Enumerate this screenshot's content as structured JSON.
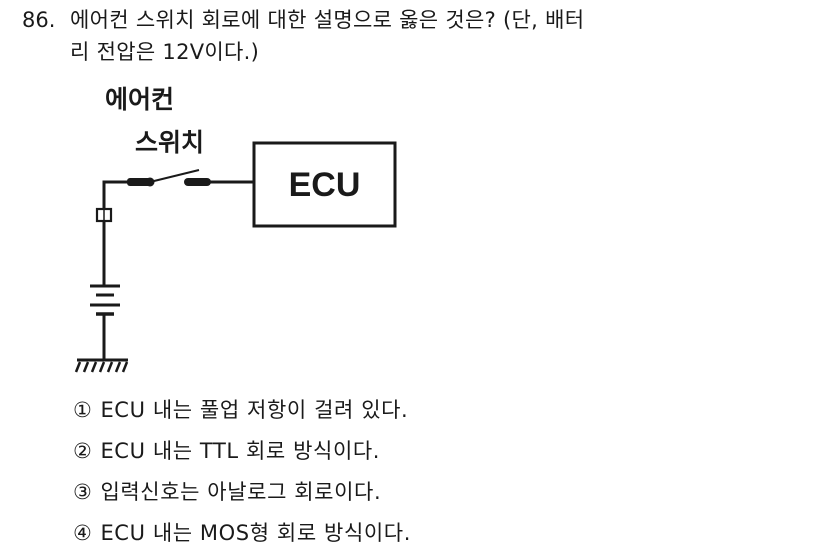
{
  "question": {
    "number": "86.",
    "line1": "에어컨 스위치 회로에 대한 설명으로 옳은 것은? (단, 배터",
    "line2": "리 전압은 12V이다.)"
  },
  "diagram": {
    "switch_label_line1": "에어컨",
    "switch_label_line2": "스위치",
    "ecu_label": "ECU",
    "components": [
      "battery-symbol",
      "ground-symbol",
      "fuse-symbol",
      "switch-symbol",
      "ecu-box"
    ]
  },
  "options": [
    {
      "mark": "①",
      "text": "ECU 내는 풀업 저항이 걸려 있다."
    },
    {
      "mark": "②",
      "text": "ECU 내는 TTL 회로 방식이다."
    },
    {
      "mark": "③",
      "text": "입력신호는 아날로그 회로이다."
    },
    {
      "mark": "④",
      "text": "ECU 내는 MOS형 회로 방식이다."
    }
  ]
}
